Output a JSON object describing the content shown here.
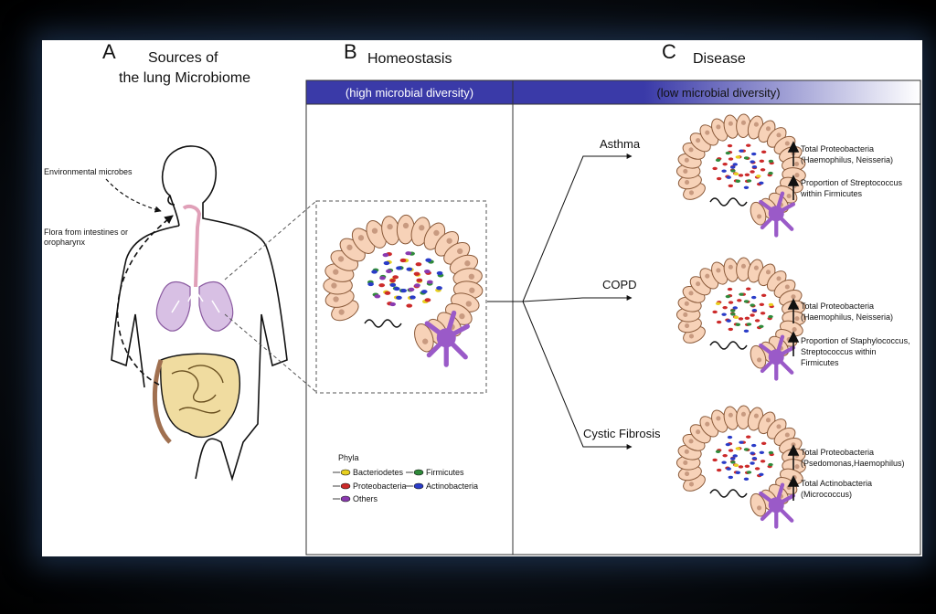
{
  "panel_a": {
    "letter": "A",
    "title_line1": "Sources of",
    "title_line2": "the lung Microbiome",
    "env_label": "Environmental microbes",
    "flora_line1": "Flora from intestines or",
    "flora_line2": "oropharynx"
  },
  "panel_b": {
    "letter": "B",
    "title": "Homeostasis",
    "banner": "(high microbial diversity)"
  },
  "panel_c": {
    "letter": "C",
    "title": "Disease",
    "banner": "(low microbial diversity)"
  },
  "legend": {
    "title": "Phyla",
    "items": [
      {
        "label": "Bacteriodetes",
        "color": "#e8d020"
      },
      {
        "label": "Firmicutes",
        "color": "#2f8a3a"
      },
      {
        "label": "Proteobacteria",
        "color": "#cc2a2a"
      },
      {
        "label": "Actinobacteria",
        "color": "#2a3cc8"
      },
      {
        "label": "Others",
        "color": "#8a3ab0"
      }
    ]
  },
  "diseases": [
    {
      "name": "Asthma",
      "note1_line1": "Total Proteobacteria",
      "note1_line2": "(Haemophilus, Neisseria)",
      "note1_line3": "",
      "note2_line1": "Proportion of Streptococcus",
      "note2_line2": "within Firmicutes",
      "note2_line3": ""
    },
    {
      "name": "COPD",
      "note1_line1": "Total Proteobacteria",
      "note1_line2": "(Haemophilus, Neisseria)",
      "note1_line3": "",
      "note2_line1": "Proportion of Staphylococcus,",
      "note2_line2": "Streptococcus within",
      "note2_line3": "Firmicutes"
    },
    {
      "name": "Cystic Fibrosis",
      "note1_line1": "Total Proteobacteria",
      "note1_line2": "(Psedomonas,Haemophilus)",
      "note1_line3": "",
      "note2_line1": "Total Actinobacteria",
      "note2_line2": "(Micrococcus)",
      "note2_line3": ""
    }
  ],
  "colors": {
    "banner_blue": "#3a3aa8",
    "cell_fill": "#f7d2b8",
    "cell_stroke": "#8a5a3a",
    "dendritic": "#9a5ac8",
    "lung": "#c8a0d8",
    "intestine": "#f0dca0"
  }
}
